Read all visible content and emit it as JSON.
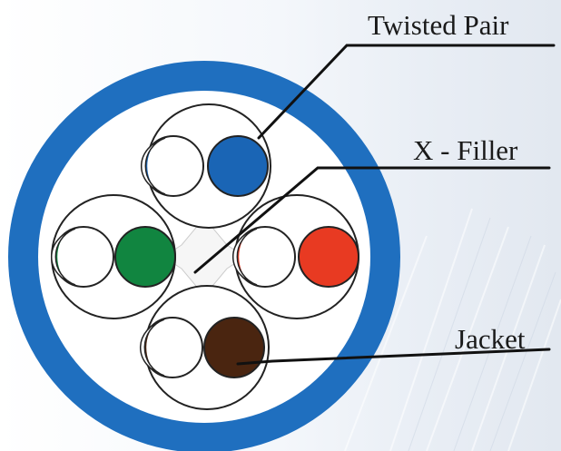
{
  "labels": {
    "twisted_pair": "Twisted Pair",
    "x_filler": "X - Filler",
    "jacket": "Jacket"
  },
  "colors": {
    "jacket": "#1f6fbf",
    "blue_pair": "#1a65b5",
    "green_pair": "#118540",
    "red_pair": "#e83a22",
    "brown_pair": "#4a2510",
    "outline": "#222222",
    "leader_line": "#111111"
  },
  "pairs": [
    "blue",
    "green",
    "red",
    "brown"
  ]
}
